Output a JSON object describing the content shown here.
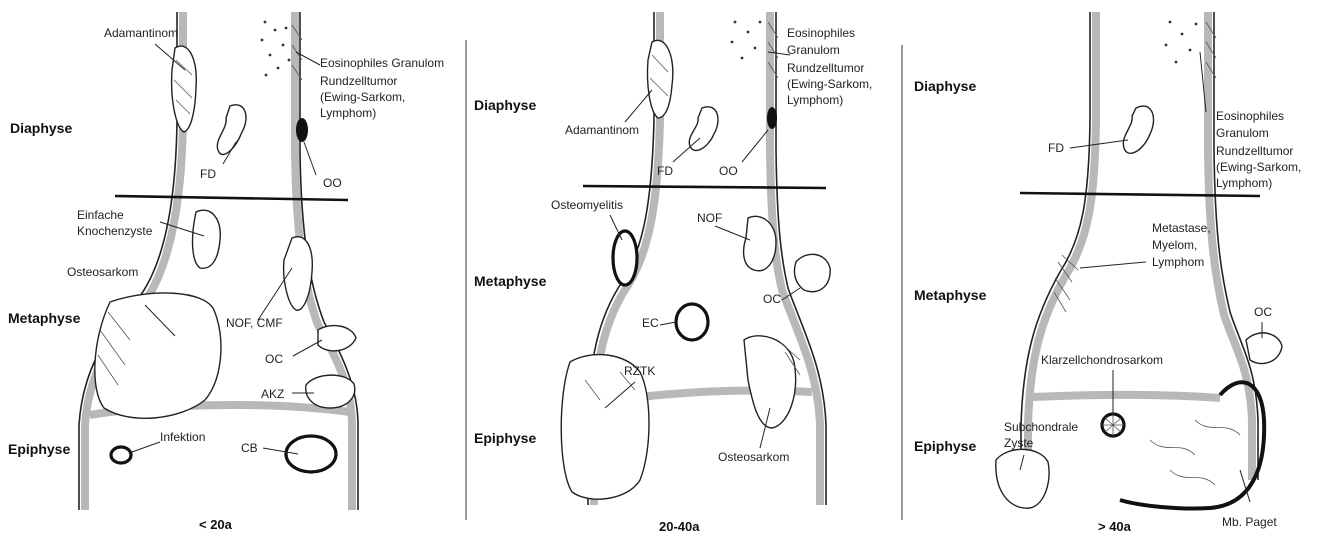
{
  "panels": [
    {
      "age": "< 20a",
      "regions": {
        "diaphyse": "Diaphyse",
        "metaphyse": "Metaphyse",
        "epiphyse": "Epiphyse"
      },
      "labels": {
        "adamantinom": "Adamantinom",
        "eg_line1": "Eosinophiles Granulom",
        "rz_line1": "Rundzelltumor",
        "rz_line2": "(Ewing-Sarkom,",
        "rz_line3": "Lymphom)",
        "fd": "FD",
        "oo": "OO",
        "ek_line1": "Einfache",
        "ek_line2": "Knochenzyste",
        "osteosarkom": "Osteosarkom",
        "nof_cmf": "NOF, CMF",
        "oc": "OC",
        "akz": "AKZ",
        "infektion": "Infektion",
        "cb": "CB"
      }
    },
    {
      "age": "20-40a",
      "regions": {
        "diaphyse": "Diaphyse",
        "metaphyse": "Metaphyse",
        "epiphyse": "Epiphyse"
      },
      "labels": {
        "eg_line1": "Eosinophiles",
        "eg_line2": "Granulom",
        "rz_line1": "Rundzelltumor",
        "rz_line2": "(Ewing-Sarkom,",
        "rz_line3": "Lymphom)",
        "adamantinom": "Adamantinom",
        "fd": "FD",
        "oo": "OO",
        "osteomyelitis": "Osteomyelitis",
        "nof": "NOF",
        "oc": "OC",
        "ec": "EC",
        "rztk": "RZTK",
        "osteosarkom": "Osteosarkom"
      }
    },
    {
      "age": "> 40a",
      "regions": {
        "diaphyse": "Diaphyse",
        "metaphyse": "Metaphyse",
        "epiphyse": "Epiphyse"
      },
      "labels": {
        "eg_line1": "Eosinophiles",
        "eg_line2": "Granulom",
        "rz_line1": "Rundzelltumor",
        "rz_line2": "(Ewing-Sarkom,",
        "rz_line3": "Lymphom)",
        "fd": "FD",
        "met_line1": "Metastase,",
        "met_line2": "Myelom,",
        "met_line3": "Lymphom",
        "oc": "OC",
        "klarzell": "Klarzellchondrosarkom",
        "sz_line1": "Subchondrale",
        "sz_line2": "Zyste",
        "paget": "Mb. Paget"
      }
    }
  ]
}
